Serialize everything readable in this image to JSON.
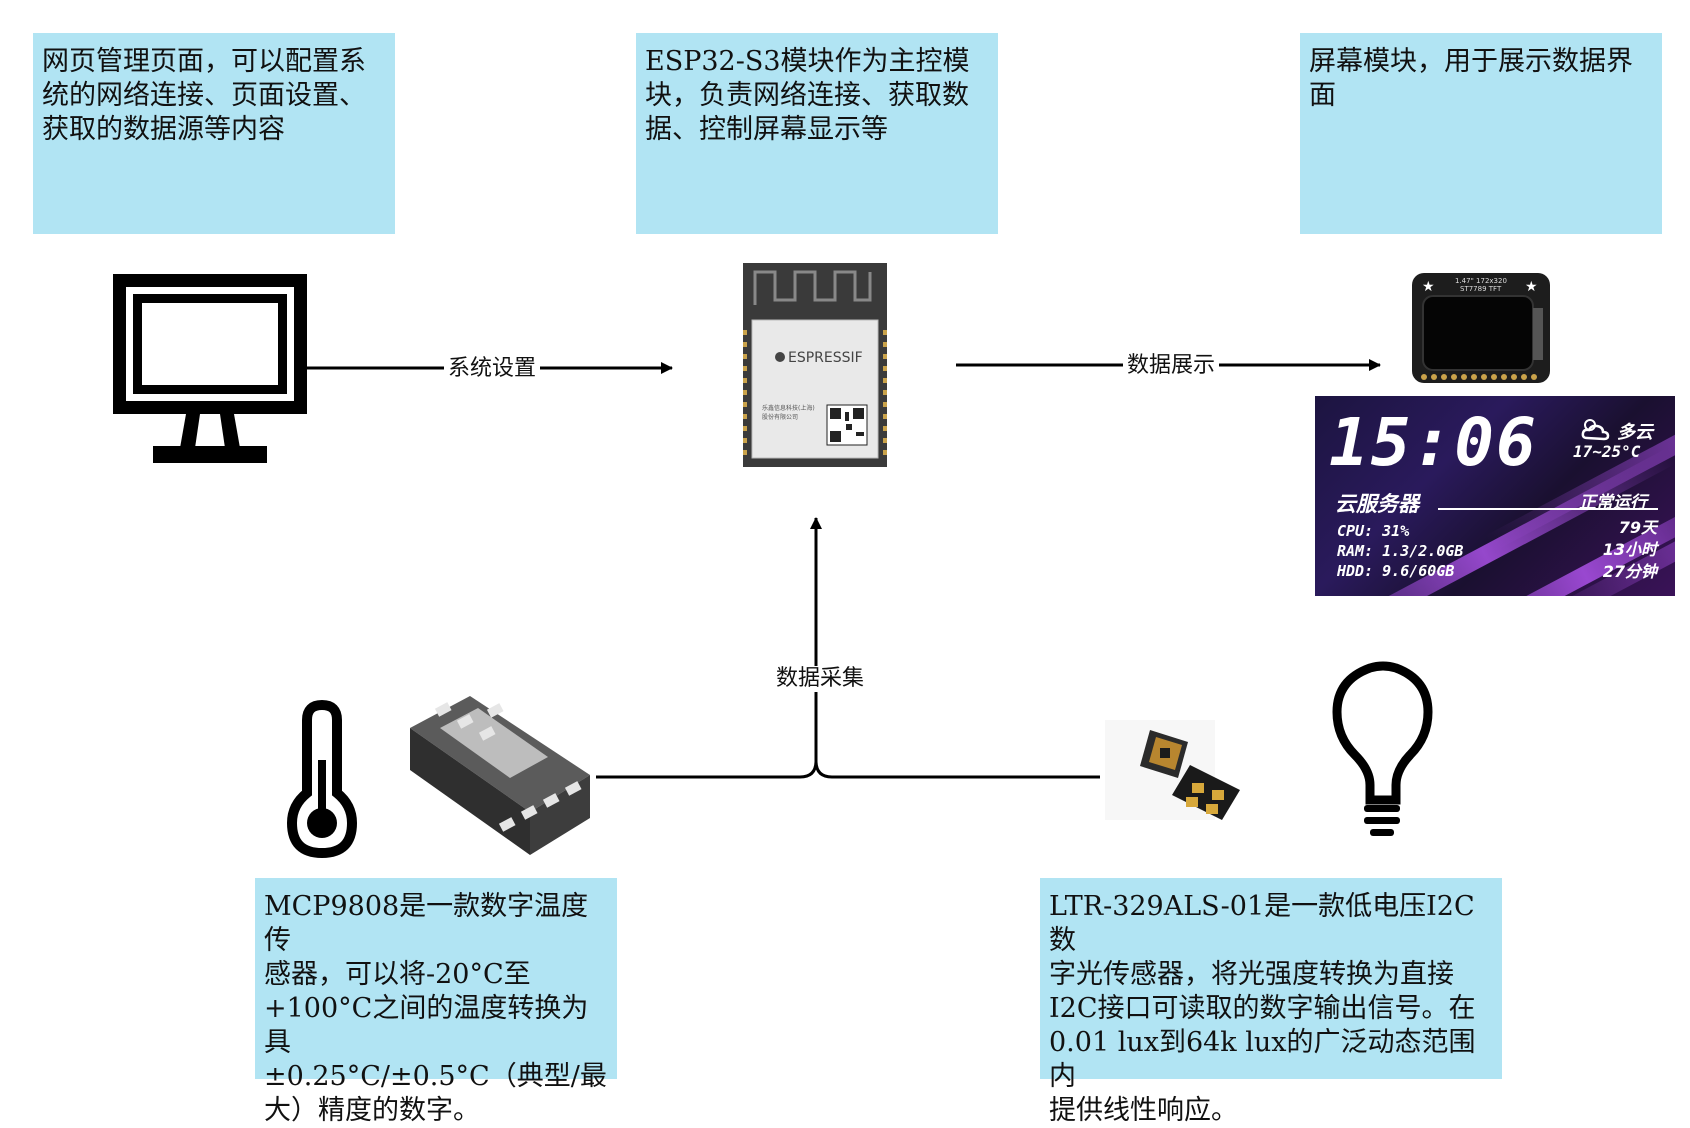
{
  "notes": {
    "web": "网页管理页面，可以配置系\n统的网络连接、页面设置、\n获取的数据源等内容",
    "esp": "ESP32-S3模块作为主控模\n块，负责网络连接、获取数\n据、控制屏幕显示等",
    "screen": "屏幕模块，用于展示数据界\n面",
    "mcp9808": "MCP9808是一款数字温度传\n感器，可以将-20°C至\n+100°C之间的温度转换为具\n±0.25°C/±0.5°C（典型/最\n大）精度的数字。",
    "ltr329": "LTR-329ALS-01是一款低电压I2C数\n字光传感器，将光强度转换为直接\nI2C接口可读取的数字输出信号。在\n0.01 lux到64k lux的广泛动态范围内\n提供线性响应。"
  },
  "edges": {
    "setup": "系统设置",
    "display": "数据展示",
    "collect": "数据采集"
  },
  "esp_module": {
    "brand": "ESPRESSIF",
    "maker_line1": "乐鑫信息科技(上海)",
    "maker_line2": "股份有限公司"
  },
  "tft_board": {
    "label_line1": "1.47\" 172x320",
    "label_line2": "ST7789 TFT"
  },
  "screen": {
    "time": "15:06",
    "weather": "多云",
    "temp_range": "17~25°C",
    "server": "云服务器",
    "status": "正常运行",
    "cpu": "CPU: 31%",
    "ram": "RAM: 1.3/2.0GB",
    "hdd": "HDD: 9.6/60GB",
    "uptime_days": "79天",
    "uptime_hours": "13小时",
    "uptime_minutes": "27分钟"
  },
  "colors": {
    "note_bg": "#b1e4f3",
    "line": "#000000",
    "screen_bg": "#1c1440",
    "screen_accent": "#be5aff"
  }
}
